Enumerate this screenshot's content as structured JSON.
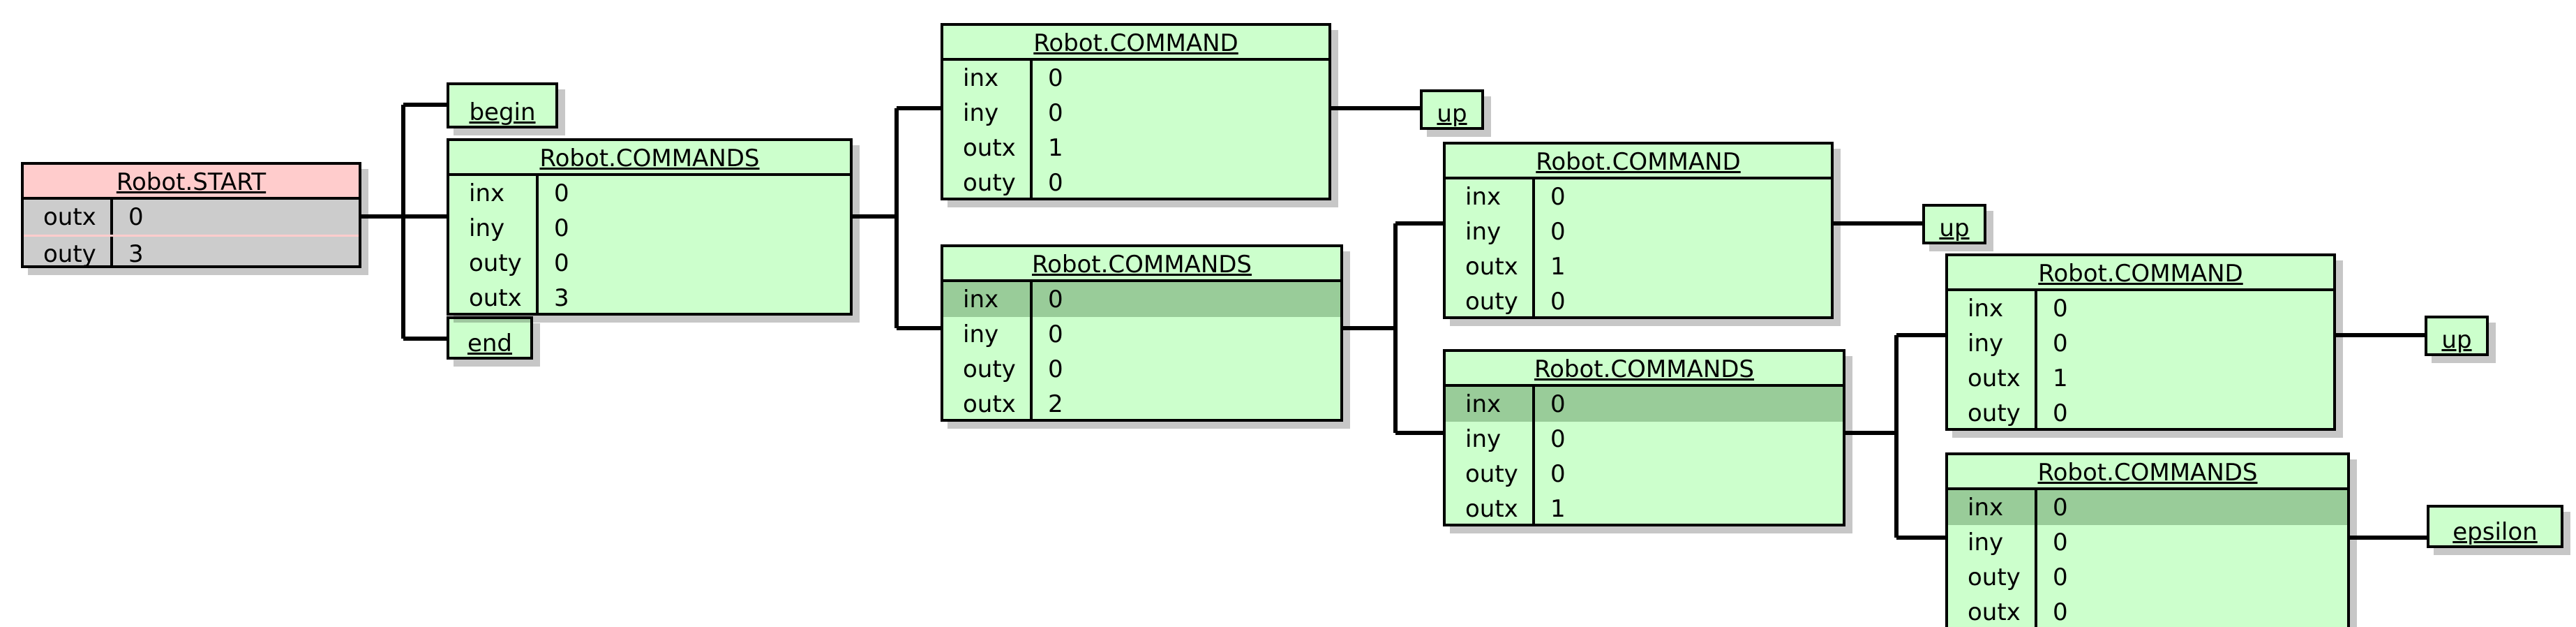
{
  "diagram": {
    "kind": "derivation-tree",
    "background": "#ffffff",
    "colors": {
      "start_header": "#ffcccc",
      "start_body": "#cccccc",
      "nonterminal": "#ccffcc",
      "highlight_row": "#99cc99",
      "border": "#000000",
      "edge": "#000000"
    },
    "attribute_keys": [
      "inx",
      "iny",
      "outx",
      "outy"
    ]
  },
  "nodes": {
    "start": {
      "title": "Robot.START",
      "rows": [
        {
          "key": "outx",
          "value": "0"
        },
        {
          "key": "outy",
          "value": "3"
        }
      ]
    },
    "commands1": {
      "title": "Robot.COMMANDS",
      "rows": [
        {
          "key": "inx",
          "value": "0"
        },
        {
          "key": "iny",
          "value": "0"
        },
        {
          "key": "outy",
          "value": "0"
        },
        {
          "key": "outx",
          "value": "3"
        }
      ]
    },
    "command1": {
      "title": "Robot.COMMAND",
      "rows": [
        {
          "key": "inx",
          "value": "0"
        },
        {
          "key": "iny",
          "value": "0"
        },
        {
          "key": "outx",
          "value": "1"
        },
        {
          "key": "outy",
          "value": "0"
        }
      ]
    },
    "commands2": {
      "title": "Robot.COMMANDS",
      "rows": [
        {
          "key": "inx",
          "value": "0"
        },
        {
          "key": "iny",
          "value": "0"
        },
        {
          "key": "outy",
          "value": "0"
        },
        {
          "key": "outx",
          "value": "2"
        }
      ]
    },
    "command2": {
      "title": "Robot.COMMAND",
      "rows": [
        {
          "key": "inx",
          "value": "0"
        },
        {
          "key": "iny",
          "value": "0"
        },
        {
          "key": "outx",
          "value": "1"
        },
        {
          "key": "outy",
          "value": "0"
        }
      ]
    },
    "commands3": {
      "title": "Robot.COMMANDS",
      "rows": [
        {
          "key": "inx",
          "value": "0"
        },
        {
          "key": "iny",
          "value": "0"
        },
        {
          "key": "outy",
          "value": "0"
        },
        {
          "key": "outx",
          "value": "1"
        }
      ]
    },
    "command3": {
      "title": "Robot.COMMAND",
      "rows": [
        {
          "key": "inx",
          "value": "0"
        },
        {
          "key": "iny",
          "value": "0"
        },
        {
          "key": "outx",
          "value": "1"
        },
        {
          "key": "outy",
          "value": "0"
        }
      ]
    },
    "commands4": {
      "title": "Robot.COMMANDS",
      "rows": [
        {
          "key": "inx",
          "value": "0"
        },
        {
          "key": "iny",
          "value": "0"
        },
        {
          "key": "outy",
          "value": "0"
        },
        {
          "key": "outx",
          "value": "0"
        }
      ]
    }
  },
  "terminals": {
    "begin": "begin",
    "end": "end",
    "up1": "up",
    "up2": "up",
    "up3": "up",
    "epsilon": "epsilon"
  }
}
